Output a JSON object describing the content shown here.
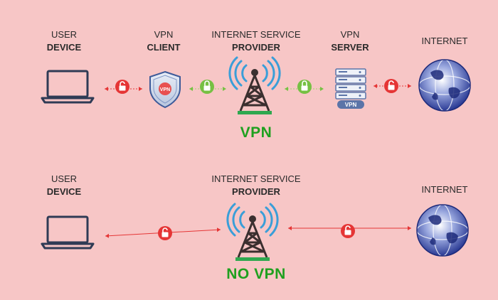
{
  "colors": {
    "background": "#f7c6c6",
    "secure": "#1fa01f",
    "insecure": "#e53535",
    "device_stroke": "#2f3b55",
    "server_blue": "#5b74a8",
    "globe_blue": "#3a4fa8"
  },
  "vpn_section": {
    "user_device": {
      "line1": "USER",
      "line2": "DEVICE",
      "icon": "laptop-icon"
    },
    "vpn_client": {
      "line1": "VPN",
      "line2": "CLIENT",
      "icon": "shield-icon",
      "badge": "VPN"
    },
    "isp": {
      "line1": "INTERNET SERVICE",
      "line2": "PROVIDER",
      "icon": "tower-icon"
    },
    "vpn_server": {
      "line1": "VPN",
      "line2": "SERVER",
      "icon": "server-icon",
      "badge": "VPN"
    },
    "internet": {
      "label": "INTERNET",
      "icon": "globe-icon"
    },
    "caption": "VPN"
  },
  "no_vpn_section": {
    "user_device": {
      "line1": "USER",
      "line2": "DEVICE",
      "icon": "laptop-icon"
    },
    "isp": {
      "line1": "INTERNET SERVICE",
      "line2": "PROVIDER",
      "icon": "tower-icon"
    },
    "internet": {
      "label": "INTERNET",
      "icon": "globe-icon"
    },
    "caption": "NO VPN"
  }
}
